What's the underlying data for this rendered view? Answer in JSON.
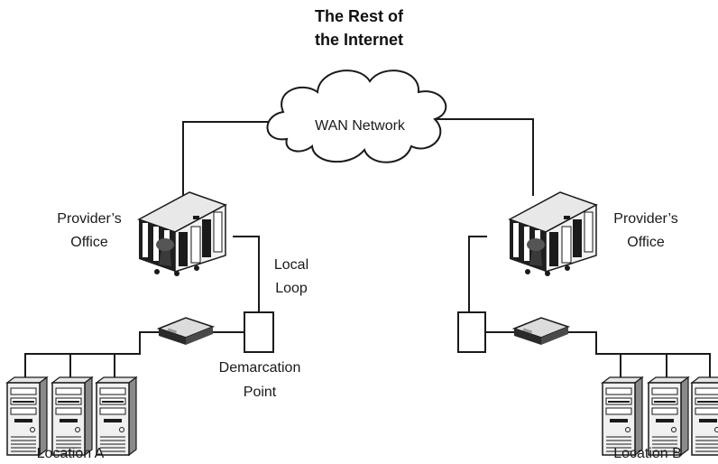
{
  "title": {
    "line1": "The Rest of",
    "line2": "the Internet"
  },
  "cloud": {
    "label": "WAN Network"
  },
  "providers": {
    "left": {
      "line1": "Provider’s",
      "line2": "Office"
    },
    "right": {
      "line1": "Provider’s",
      "line2": "Office"
    }
  },
  "local_loop": {
    "line1": "Local",
    "line2": "Loop"
  },
  "demarcation": {
    "line1": "Demarcation",
    "line2": "Point"
  },
  "locations": {
    "a": "Location A",
    "b": "Location B"
  }
}
